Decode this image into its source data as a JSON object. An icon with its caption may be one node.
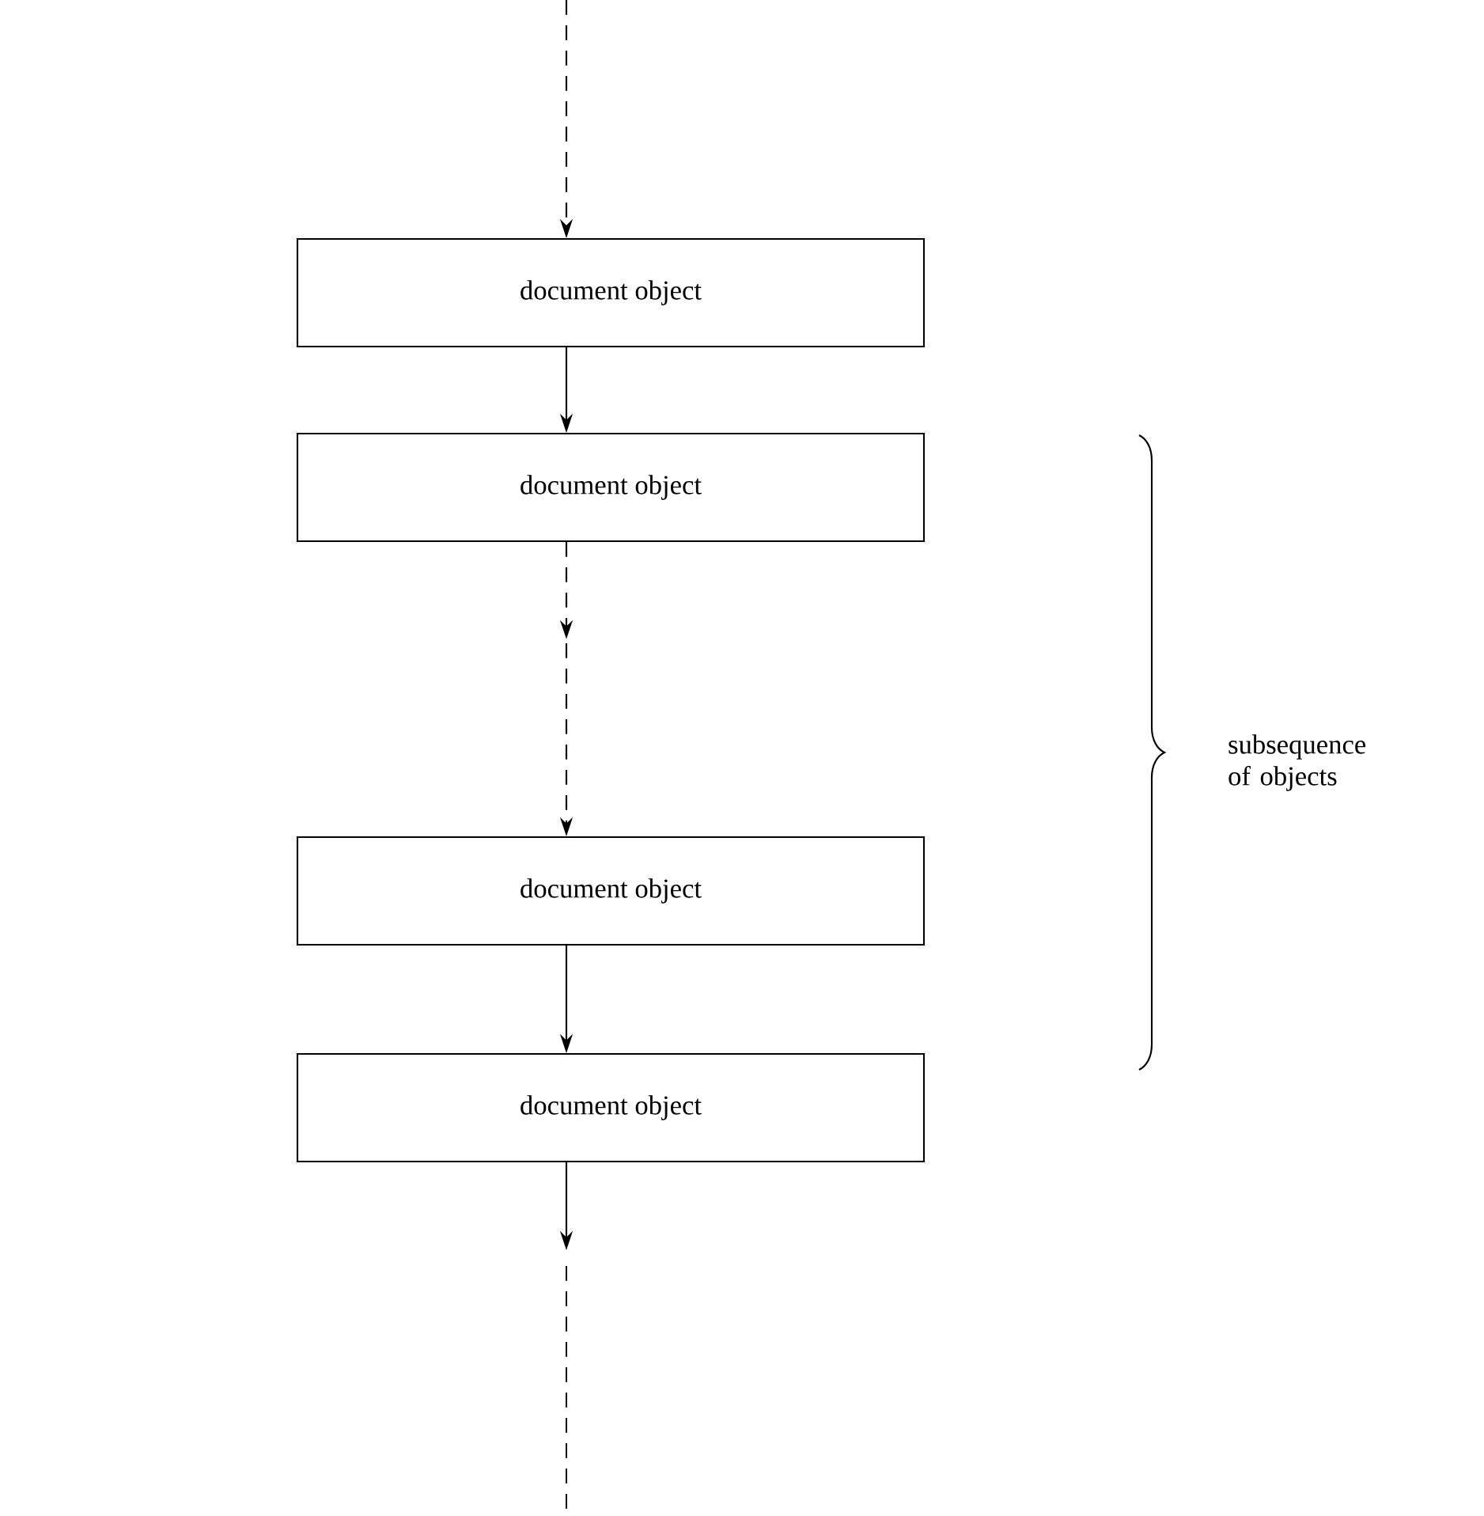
{
  "diagram": {
    "nodes": [
      {
        "text": [
          "document object"
        ]
      },
      {
        "text": [
          "document object"
        ]
      },
      {
        "text": [
          "document object"
        ]
      },
      {
        "text": [
          "document object"
        ]
      }
    ],
    "edges": [
      {
        "from": null,
        "to": 0,
        "arrow": "to",
        "style": "dashed"
      },
      {
        "from": 0,
        "to": 1,
        "arrow": "to"
      },
      {
        "from": 1,
        "to": 2,
        "arrow": "to",
        "style": "dashed"
      },
      {
        "from": 2,
        "to": 3,
        "arrow": "to"
      },
      {
        "from": 3,
        "to": null,
        "arrow": "to"
      }
    ],
    "labels": [
      "subsequence of objects"
    ]
  }
}
